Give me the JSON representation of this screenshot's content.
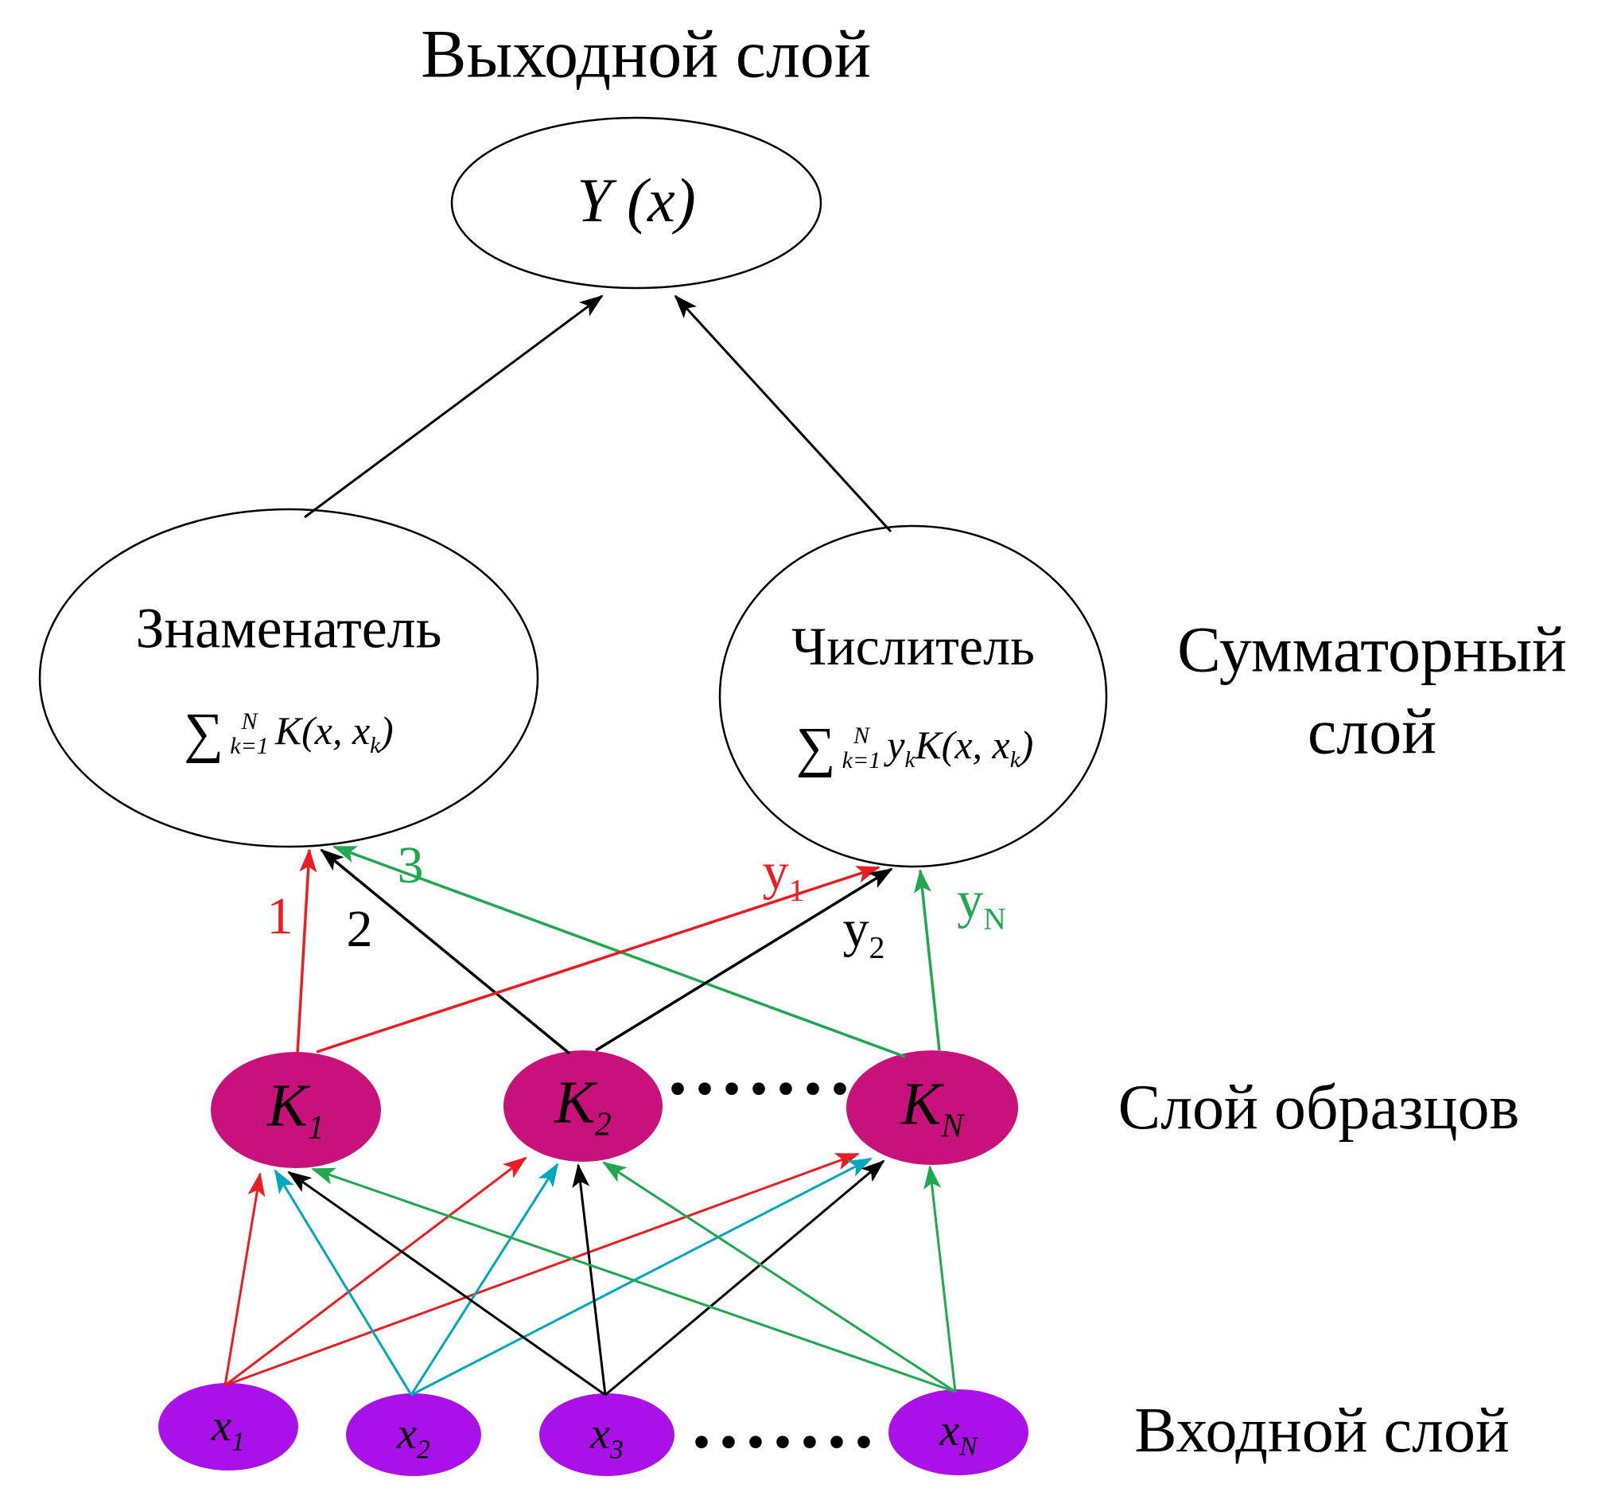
{
  "colors": {
    "pattern_node": "#c9117c",
    "input_node": "#aa10e8",
    "edge_black": "#000000",
    "edge_red": "#ed1c24",
    "edge_green": "#1fa84f",
    "edge_cyan": "#00a8bf"
  },
  "output_layer": {
    "label": "Выходной слой",
    "node": "Y (x)"
  },
  "summation_layer": {
    "label_line1": "Сумматорный",
    "label_line2": "слой",
    "denominator": {
      "title": "Знаменатель",
      "formula": {
        "sigma": "∑",
        "lim_top": "N",
        "lim_bot": "k=1",
        "t2": "K(x, x",
        "s2": "k",
        "t3": ")"
      }
    },
    "numerator": {
      "title": "Числитель",
      "formula": {
        "sigma": "∑",
        "lim_top": "N",
        "lim_bot": "k=1",
        "t1": "y",
        "s1": "k",
        "t2": "K(x, x",
        "s2": "k",
        "t3": ")"
      }
    }
  },
  "pattern_layer": {
    "label": "Слой образцов",
    "dots": "·······",
    "nodes": [
      {
        "base": "K",
        "sub": "1"
      },
      {
        "base": "K",
        "sub": "2"
      },
      {
        "base": "K",
        "sub": "N"
      }
    ]
  },
  "input_layer": {
    "label": "Входной слой",
    "dots": "·······",
    "nodes": [
      {
        "base": "x",
        "sub": "1"
      },
      {
        "base": "x",
        "sub": "2"
      },
      {
        "base": "x",
        "sub": "3"
      },
      {
        "base": "x",
        "sub": "N"
      }
    ]
  },
  "edge_labels": {
    "denominator": [
      "1",
      "2",
      "3"
    ],
    "numerator": [
      {
        "base": "y",
        "sub": "1"
      },
      {
        "base": "y",
        "sub": "2"
      },
      {
        "base": "y",
        "sub": "N"
      }
    ]
  }
}
